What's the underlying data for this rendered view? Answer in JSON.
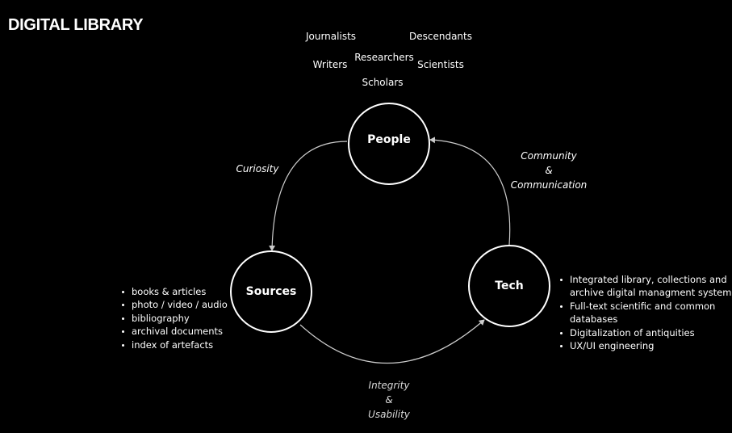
{
  "title": "DIGITAL LIBRARY",
  "people_roles": [
    "Journalists",
    "Descendants",
    "Writers",
    "Researchers",
    "Scientists",
    "Scholars"
  ],
  "nodes": {
    "people": "People",
    "sources": "Sources",
    "tech": "Tech"
  },
  "flows": {
    "curiosity": "Curiosity",
    "community": [
      "Community",
      "&",
      "Communication"
    ],
    "integrity": [
      "Integrity",
      "&",
      "Usability"
    ]
  },
  "sources_list": [
    "books & articles",
    "photo / video / audio",
    "bibliography",
    "archival documents",
    "index of artefacts"
  ],
  "tech_list": [
    "Integrated library, collections and",
    "archive digital managment system",
    "Full-text scientific and common",
    "databases",
    "Digitalization of antiquities",
    "UX/UI engineering"
  ],
  "colors": {
    "background": "#000000",
    "foreground": "#ffffff",
    "flow_text": "#d9d9d9",
    "arrow": "#cccccc"
  }
}
